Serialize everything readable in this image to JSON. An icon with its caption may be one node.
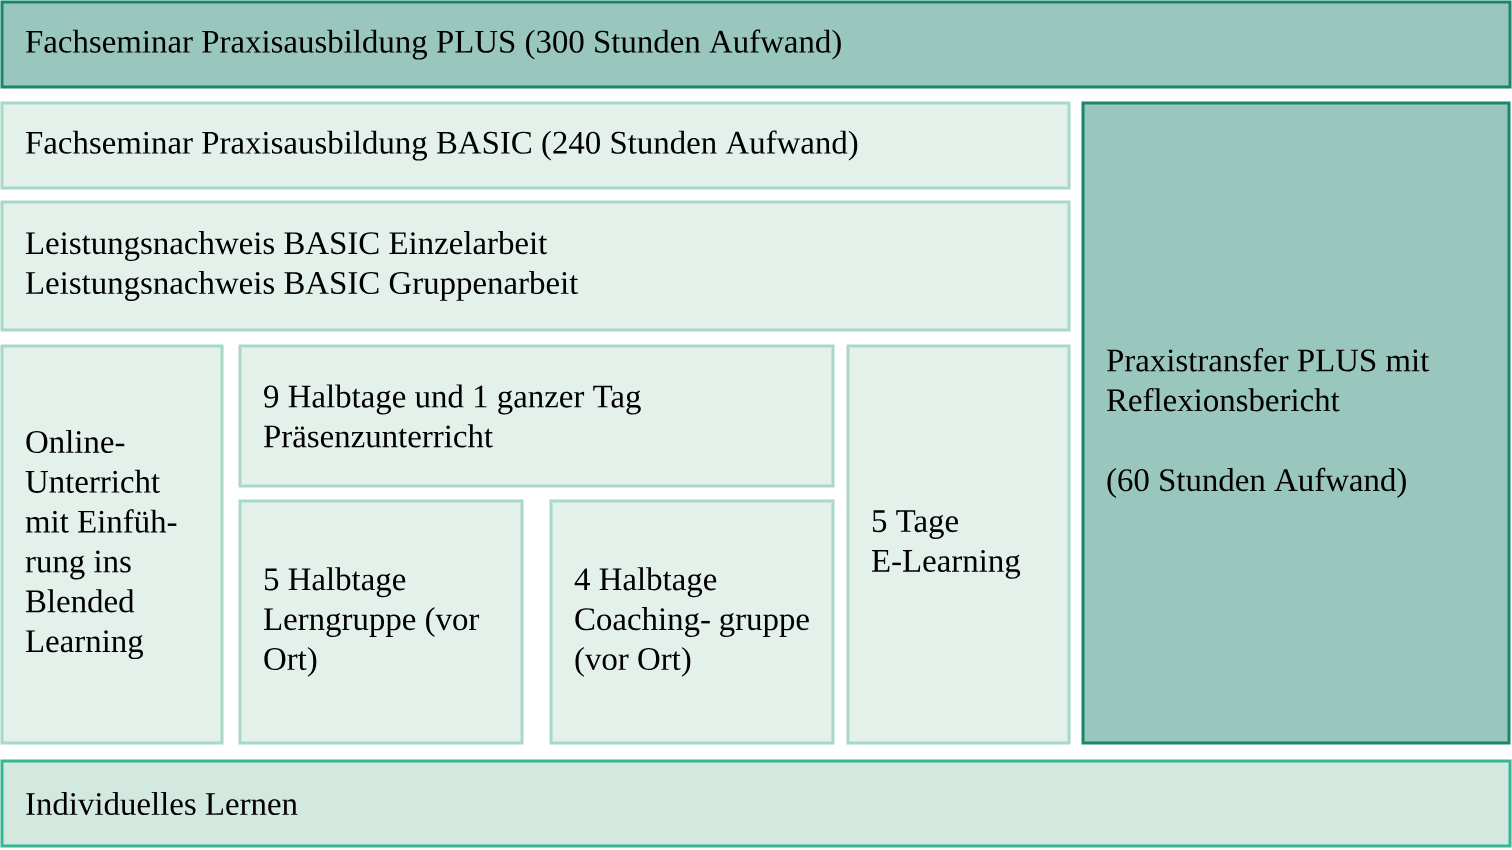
{
  "diagram": {
    "nodes": [
      {
        "text": [
          "Fachseminar Praxisausbildung PLUS (300 Stunden Aufwand)"
        ]
      },
      {
        "text": [
          "Fachseminar Praxisausbildung BASIC (240 Stunden Aufwand)"
        ]
      },
      {
        "text": [
          "Leistungsnachweis BASIC Einzelarbeit",
          "Leistungsnachweis BASIC Gruppenarbeit"
        ]
      },
      {
        "text": [
          "Online- Unterricht mit Einfüh- rung ins Blended Learning"
        ]
      },
      {
        "text": [
          "9 Halbtage und 1 ganzer Tag Präsenzunterricht"
        ]
      },
      {
        "text": [
          "5 Halbtage Lerngruppe (vor Ort)"
        ]
      },
      {
        "text": [
          "4 Halbtage Coaching- gruppe (vor Ort)"
        ]
      },
      {
        "text": [
          "5 Tage E-Learning"
        ]
      },
      {
        "text": [
          "Praxistransfer PLUS mit Reflexionsbericht",
          "(60 Stunden Aufwand)"
        ]
      },
      {
        "text": [
          "Individuelles Lernen"
        ]
      }
    ]
  }
}
